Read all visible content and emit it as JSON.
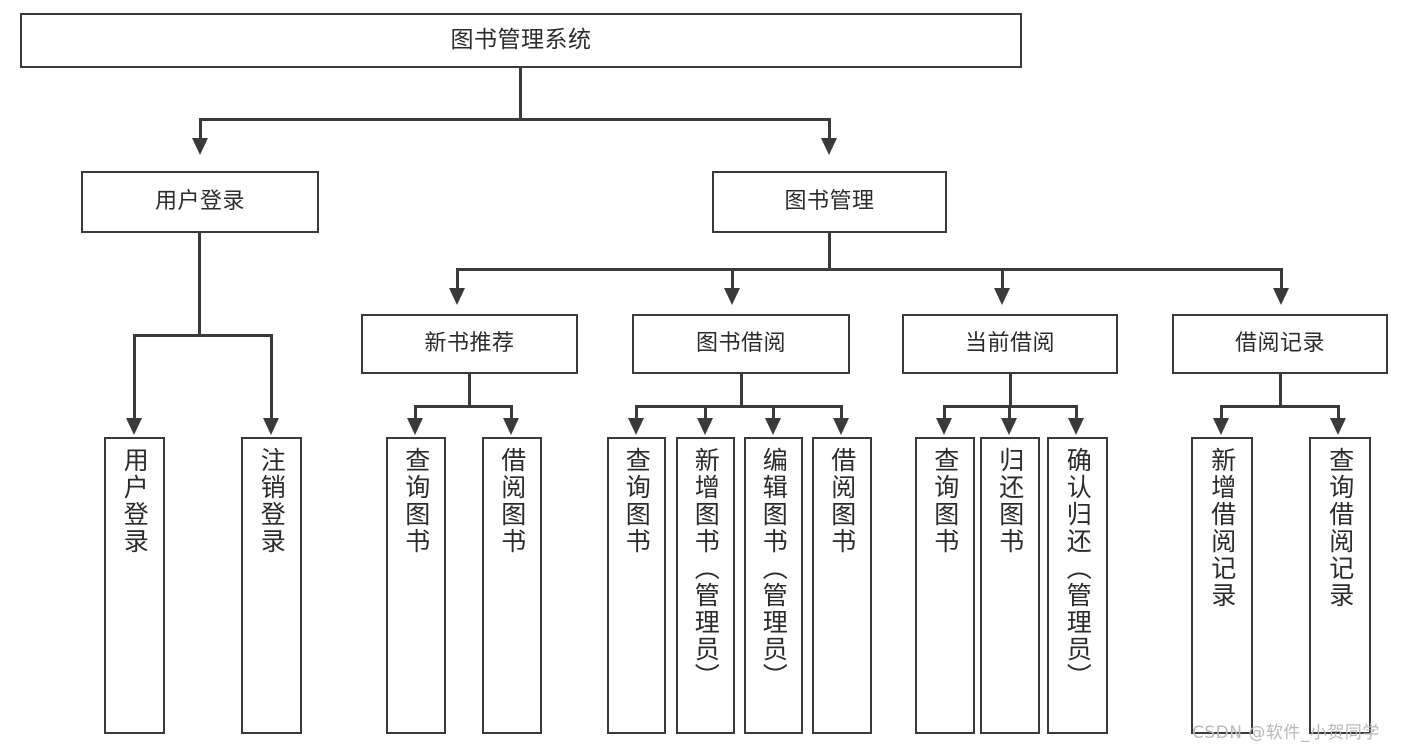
{
  "diagram": {
    "title": "图书管理系统",
    "type": "tree",
    "watermark": "CSDN @软件_小贺同学",
    "colors": {
      "stroke": "#3a3a3a",
      "fill": "#ffffff",
      "text": "#2b2b2b",
      "watermark": "#b9b9b9"
    },
    "root": {
      "label": "图书管理系统"
    },
    "level1": [
      {
        "label": "用户登录"
      },
      {
        "label": "图书管理"
      }
    ],
    "level2": [
      {
        "label": "新书推荐"
      },
      {
        "label": "图书借阅"
      },
      {
        "label": "当前借阅"
      },
      {
        "label": "借阅记录"
      }
    ],
    "leaves": {
      "user_login": [
        {
          "label": "用户登录"
        },
        {
          "label": "注销登录"
        }
      ],
      "new_book_recommend": [
        {
          "label": "查询图书"
        },
        {
          "label": "借阅图书"
        }
      ],
      "book_borrow": [
        {
          "label": "查询图书"
        },
        {
          "label": "新增图书（管理员）"
        },
        {
          "label": "编辑图书（管理员）"
        },
        {
          "label": "借阅图书"
        }
      ],
      "current_borrow": [
        {
          "label": "查询图书"
        },
        {
          "label": "归还图书"
        },
        {
          "label": "确认归还（管理员）"
        }
      ],
      "borrow_record": [
        {
          "label": "新增借阅记录"
        },
        {
          "label": "查询借阅记录"
        }
      ]
    }
  }
}
